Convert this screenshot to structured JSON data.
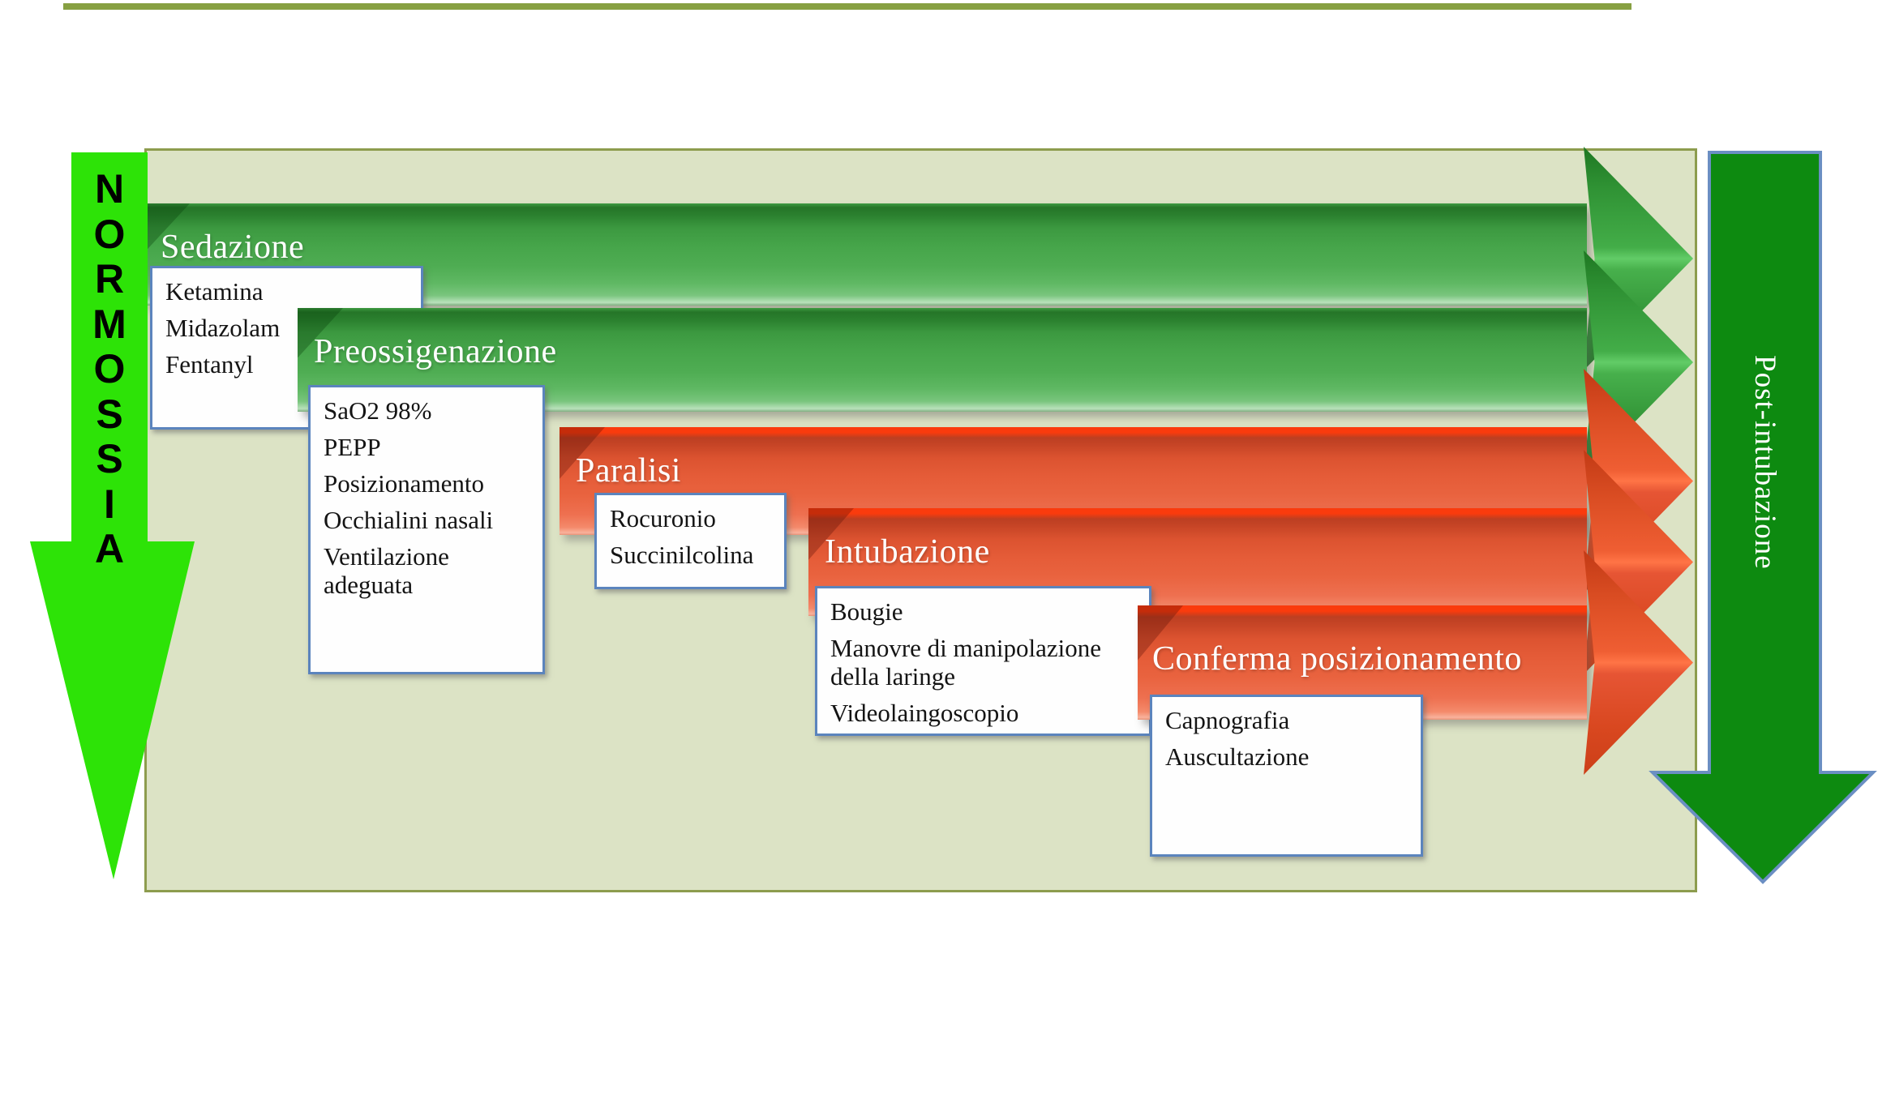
{
  "normoxia_arrow": {
    "label": "NORMOSSIA",
    "letters": [
      "N",
      "O",
      "R",
      "M",
      "O",
      "S",
      "S",
      "I",
      "A"
    ],
    "fill": "#2de307",
    "text_color": "#000000"
  },
  "post_arrow": {
    "label": "Post-intubazione",
    "fill": "#0d8a10",
    "border": "#6b8fc3",
    "text_color": "#ffffff"
  },
  "stages": [
    {
      "label": "Sedazione",
      "theme": "green",
      "items": [
        "Ketamina",
        "Midazolam",
        "Fentanyl"
      ]
    },
    {
      "label": "Preossigenazione",
      "theme": "green",
      "items": [
        "SaO2 98%",
        "PEPP",
        "Posizionamento",
        "Occhialini nasali",
        "Ventilazione adeguata"
      ]
    },
    {
      "label": "Paralisi",
      "theme": "red",
      "items": [
        "Rocuronio",
        "Succinilcolina"
      ]
    },
    {
      "label": "Intubazione",
      "theme": "red",
      "items": [
        "Bougie",
        "Manovre di manipolazione della laringe",
        "Videolaingoscopio"
      ]
    },
    {
      "label": "Conferma posizionamento",
      "theme": "red",
      "items": [
        "Capnografia",
        "Auscultazione"
      ]
    }
  ],
  "colors": {
    "top-rule": "#87a042",
    "panel-bg": "#dce3c5",
    "panel-border": "#8d9c4e",
    "normoxia-green": "#2de307",
    "post-green": "#0d8a10",
    "post-border": "#6b8fc3",
    "card-border": "#5b84bd",
    "card-bg": "#fefefe",
    "card-text": "#141414",
    "label-text": "#ffffff",
    "green-mid": "#46a54a",
    "red-mid": "#e55c38"
  }
}
